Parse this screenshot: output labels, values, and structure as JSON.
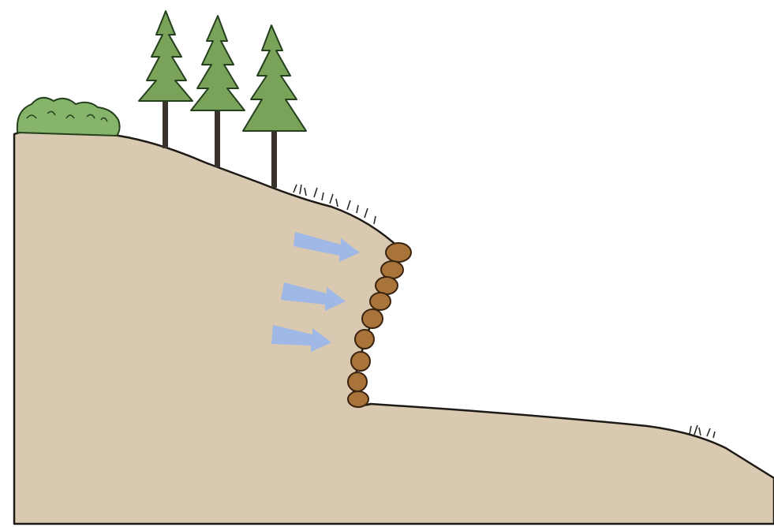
{
  "diagram": {
    "subject": "slope-with-rock-retaining-wall",
    "colors": {
      "soil": "#d8c9b0",
      "soil_outline": "#1e1a16",
      "rock_fill": "#a9743a",
      "rock_outline": "#3a2410",
      "arrow": "#9fb8e6",
      "tree_foliage": "#7aa35a",
      "tree_dark": "#25401f",
      "trunk": "#3a332c",
      "shrub": "#86b46a",
      "grass": "#2a2a22"
    },
    "icons": [
      "tree-icon",
      "shrub-icon",
      "grass-tuft-icon",
      "pressure-arrow-icon",
      "rock-block-icon"
    ],
    "counts": {
      "trees": 3,
      "arrows": 3,
      "rocks": 9
    }
  }
}
